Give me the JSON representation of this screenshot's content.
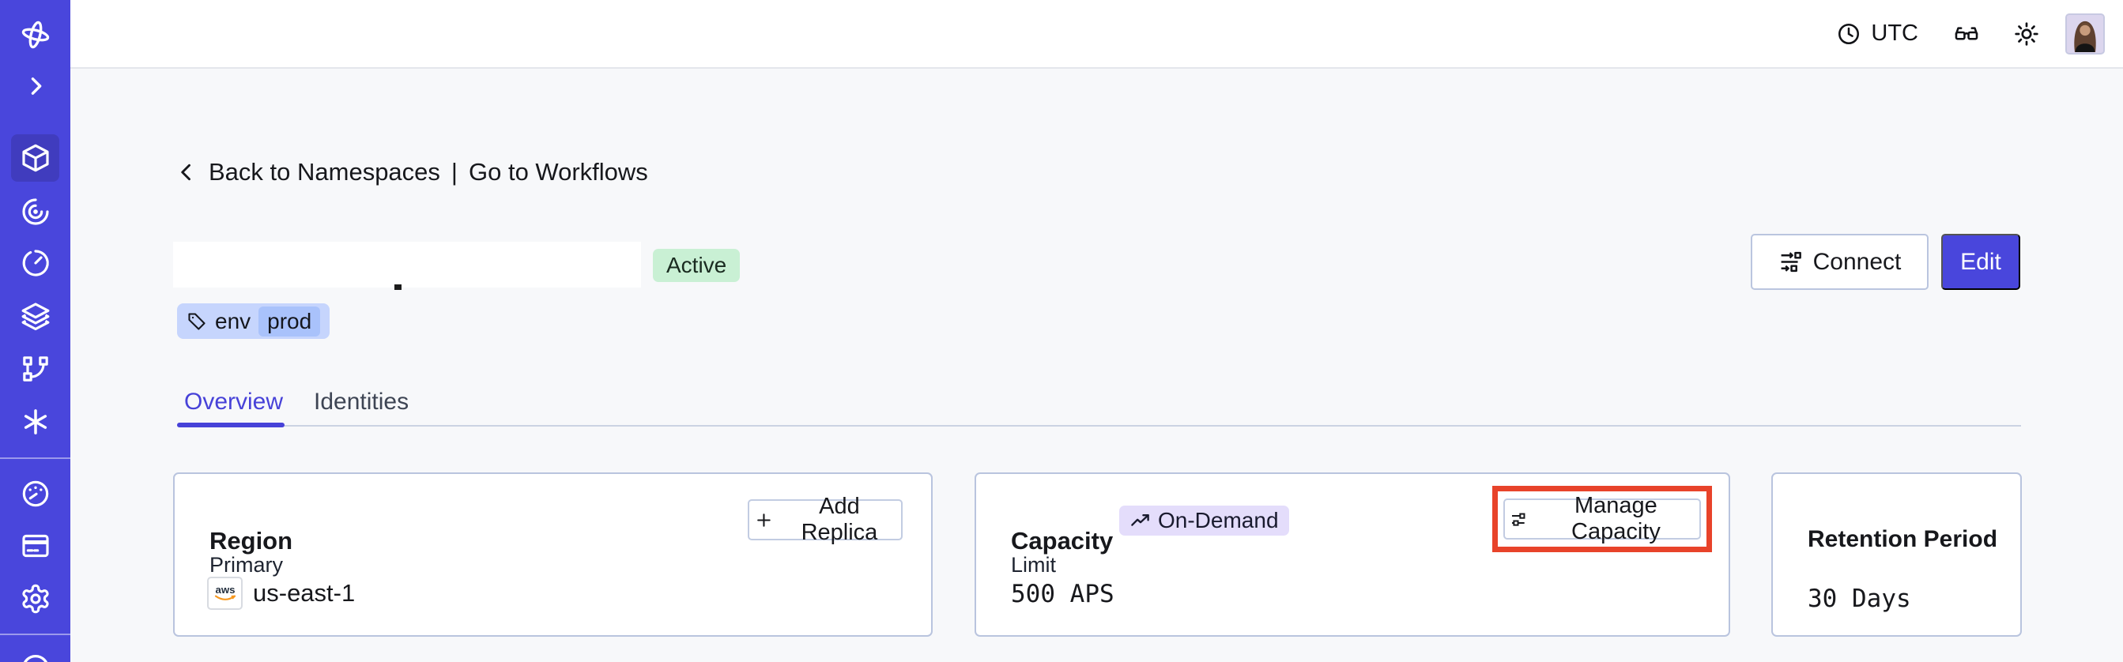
{
  "topbar": {
    "timezone_label": "UTC",
    "icons": [
      "clock-icon",
      "glasses-icon",
      "sun-icon",
      "avatar"
    ]
  },
  "sidebar": {
    "items": [
      {
        "icon": "temporal-logo-icon",
        "active": false
      },
      {
        "icon": "chevron-right-icon",
        "active": false
      },
      {
        "icon": "cube-icon",
        "active": true
      },
      {
        "icon": "spiral-icon",
        "active": false
      },
      {
        "icon": "countdown-timer-icon",
        "active": false
      },
      {
        "icon": "layers-icon",
        "active": false
      },
      {
        "icon": "branch-icon",
        "active": false
      },
      {
        "icon": "asterisk-icon",
        "active": false
      },
      {
        "icon": "gauge-icon",
        "active": false
      },
      {
        "icon": "billing-card-icon",
        "active": false
      },
      {
        "icon": "gear-icon",
        "active": false
      },
      {
        "icon": "circle-partial-icon",
        "active": false
      }
    ]
  },
  "breadcrumb": {
    "back_label": "Back to Namespaces",
    "separator": "|",
    "go_label": "Go to Workflows"
  },
  "namespace_header": {
    "title_hidden_by_overlay": true,
    "status_badge": "Active",
    "tag": {
      "key": "env",
      "value": "prod"
    },
    "actions": {
      "connect_label": "Connect",
      "edit_label": "Edit"
    }
  },
  "tabs": [
    {
      "label": "Overview",
      "active": true
    },
    {
      "label": "Identities",
      "active": false
    }
  ],
  "cards": {
    "region": {
      "title": "Region",
      "action_label": "Add Replica",
      "field_label": "Primary",
      "provider_icon": "aws",
      "value": "us-east-1"
    },
    "capacity": {
      "title": "Capacity",
      "badge_label": "On-Demand",
      "action_label": "Manage Capacity",
      "action_highlighted": true,
      "field_label": "Limit",
      "value": "500 APS"
    },
    "retention": {
      "title": "Retention Period",
      "value": "30 Days"
    }
  },
  "colors": {
    "sidebar": "#4946DC",
    "accent": "#4742D8",
    "status_badge_bg": "#C9F0D4",
    "ondemand_badge_bg": "#E4DDFB",
    "tag_bg": "#C6D5FD",
    "tag_value_bg": "#A9C2FB",
    "card_border": "#B9C4DE",
    "highlight_box": "#E8432A",
    "content_bg": "#F7F8FA"
  }
}
